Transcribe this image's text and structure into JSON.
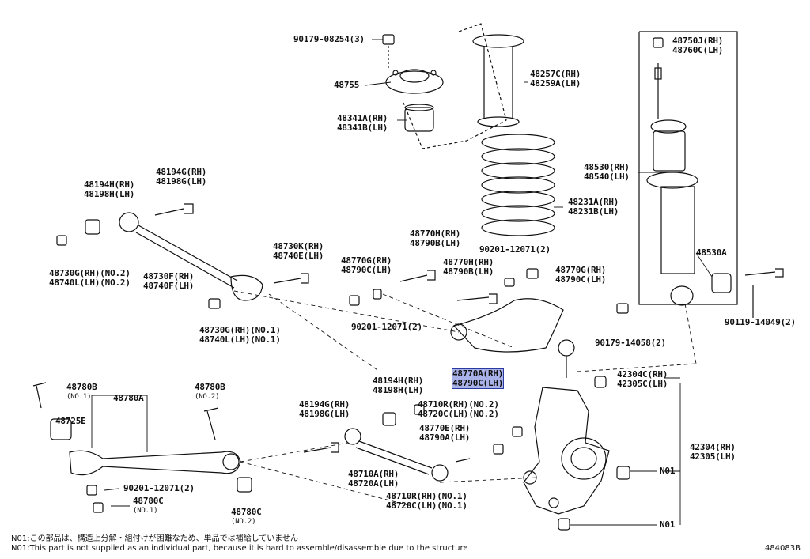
{
  "parts": {
    "p90179_08254": "90179-08254(3)",
    "p48755": "48755",
    "p48341": [
      "48341A(RH)",
      "48341B(LH)"
    ],
    "p48257": [
      "48257C(RH)",
      "48259A(LH)"
    ],
    "p48750": [
      "48750J(RH)",
      "48760C(LH)"
    ],
    "p48530_top": [
      "48530(RH)",
      "48540(LH)"
    ],
    "p48231": [
      "48231A(RH)",
      "48231B(LH)"
    ],
    "p48194": [
      "48194G(RH)",
      "48198G(LH)"
    ],
    "p48194H": [
      "48194H(RH)",
      "48198H(LH)"
    ],
    "p48730G_a": [
      "48730G(RH)(NO.2)",
      "48740L(LH)(NO.2)"
    ],
    "p48730F": [
      "48730F(RH)",
      "48740F(LH)"
    ],
    "p48730K": [
      "48730K(RH)",
      "48740E(LH)"
    ],
    "p48770H_a": [
      "48770H(RH)",
      "48790B(LH)"
    ],
    "p90201_a": "90201-12071(2)",
    "p48770G_a": [
      "48770G(RH)",
      "48790C(LH)"
    ],
    "p48770H_b": [
      "48770H(RH)",
      "48790B(LH)"
    ],
    "p48770G_b": [
      "48770G(RH)",
      "48790C(LH)"
    ],
    "p48530A": "48530A",
    "p90119": "90119-14049(2)",
    "p90201_b": "90201-12071(2)",
    "p48730G_b": [
      "48730G(RH)(NO.1)",
      "48740L(LH)(NO.1)"
    ],
    "p90179_14058": "90179-14058(2)",
    "p48770A": [
      "48770A(RH)",
      "48790C(LH)"
    ],
    "p42304C": [
      "42304C(RH)",
      "42305C(LH)"
    ],
    "p48780B_1": [
      "48780B",
      "(NO.1)"
    ],
    "p48780A": "48780A",
    "p48780B_2": [
      "48780B",
      "(NO.2)"
    ],
    "p48725E": "48725E",
    "p48194H_b": [
      "48194H(RH)",
      "48198H(LH)"
    ],
    "p48194G_b": [
      "48194G(RH)",
      "48198G(LH)"
    ],
    "p48710R_2": [
      "48710R(RH)(NO.2)",
      "48720C(LH)(NO.2)"
    ],
    "p48770E": [
      "48770E(RH)",
      "48790A(LH)"
    ],
    "p42304": [
      "42304(RH)",
      "42305(LH)"
    ],
    "p48710A": [
      "48710A(RH)",
      "48720A(LH)"
    ],
    "p48710R_1": [
      "48710R(RH)(NO.1)",
      "48720C(LH)(NO.1)"
    ],
    "p90201_c": "90201-12071(2)",
    "p48780C_1": [
      "48780C",
      "(NO.1)"
    ],
    "p48780C_2": [
      "48780C",
      "(NO.2)"
    ],
    "n01_a": "N01",
    "n01_b": "N01"
  },
  "notes": {
    "jp": "N01:この部品は、構造上分解・組付けが困難なため、単品では補給していません",
    "en": "N01:This part is not supplied as an individual part, because it is hard to assemble/disassemble due to the structure"
  },
  "diagram_code": "484083B",
  "highlight_color": "#a9b2e8"
}
